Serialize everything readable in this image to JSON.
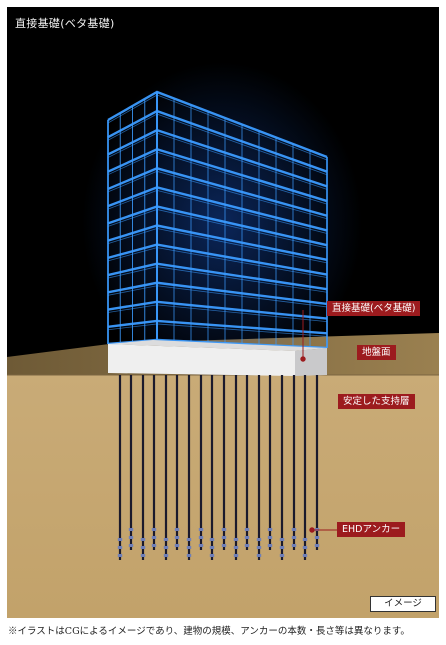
{
  "title": "直接基礎(ベタ基礎)",
  "labels": {
    "foundation": "直接基礎(ベタ基礎)",
    "ground_surface": "地盤面",
    "bearing_layer": "安定した支持層",
    "anchor": "EHDアンカー"
  },
  "image_tag": "イメージ",
  "footnote": "※イラストはCGによるイメージであり、建物の規模、アンカーの本数・長さ等は異なります。",
  "colors": {
    "sky": "#000000",
    "soil": "#c7a872",
    "building_glow": "#2f8cff",
    "slab": "#e9e9ea",
    "label_red": "#9c1b1e"
  }
}
